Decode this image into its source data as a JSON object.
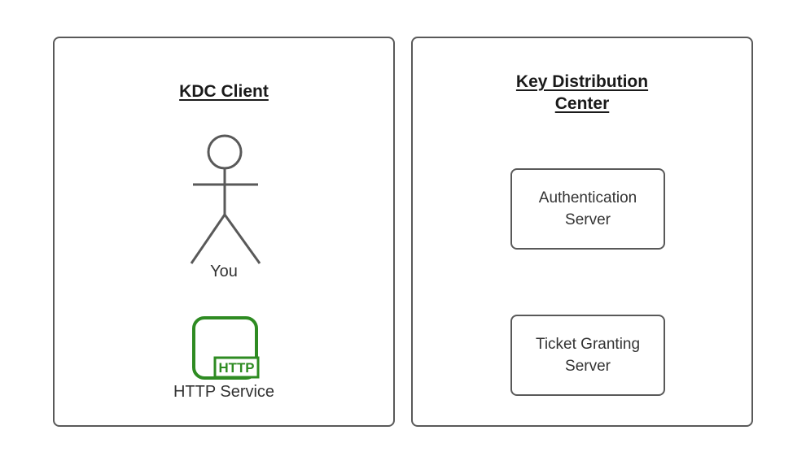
{
  "colors": {
    "background": "#ffffff",
    "stroke_gray": "#595959",
    "accent_green": "#2e8b22",
    "title_text": "#1a1a1a",
    "body_text": "#333333"
  },
  "client_panel": {
    "title": "KDC Client",
    "actor_label": "You",
    "http_icon": {
      "badge_label": "HTTP"
    },
    "service_label": "HTTP Service"
  },
  "kdc_panel": {
    "title_lines": [
      "Key Distribution",
      "Center"
    ],
    "servers": [
      {
        "lines": [
          "Authentication",
          "Server"
        ]
      },
      {
        "lines": [
          "Ticket Granting",
          "Server"
        ]
      }
    ]
  }
}
